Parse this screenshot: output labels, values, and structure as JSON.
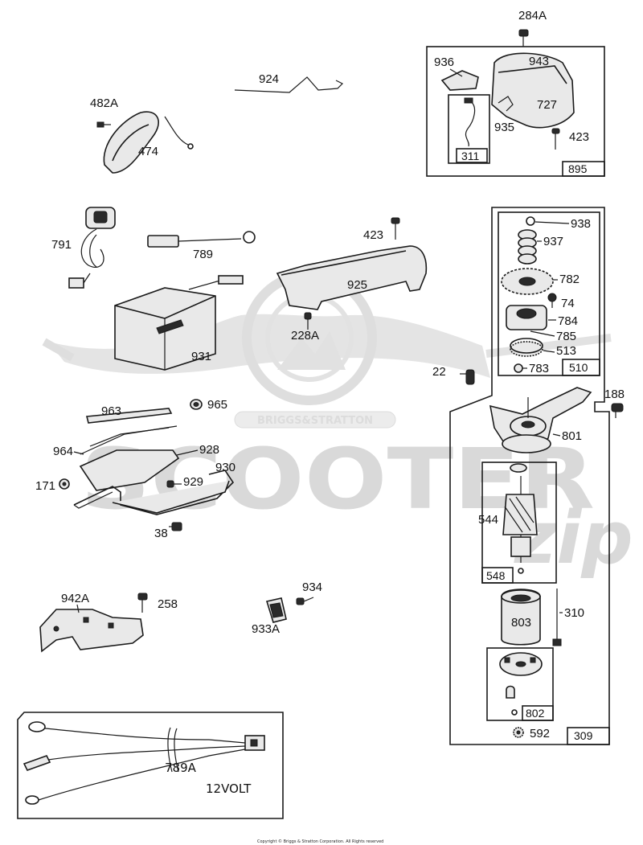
{
  "watermark": {
    "brand": "BRIGGS&STRATTON",
    "word": "SCOOTER",
    "suffix": "zip"
  },
  "copyright": "Copyright © Briggs & Stratton Corporation. All Rights reserved",
  "parts": {
    "p284A": "284A",
    "p936": "936",
    "p943": "943",
    "p727": "727",
    "p935": "935",
    "p423a": "423",
    "p311": "311",
    "p895": "895",
    "p924": "924",
    "p482A": "482A",
    "p474": "474",
    "p791": "791",
    "p789": "789",
    "p423b": "423",
    "p925": "925",
    "p228A": "228A",
    "p931": "931",
    "p938": "938",
    "p937": "937",
    "p782": "782",
    "p74": "74",
    "p784": "784",
    "p785": "785",
    "p513": "513",
    "p783": "783",
    "p510": "510",
    "p22": "22",
    "p188": "188",
    "p801": "801",
    "p963": "963",
    "p965": "965",
    "p964": "964",
    "p928": "928",
    "p930": "930",
    "p171": "171",
    "p929": "929",
    "p38": "38",
    "p544": "544",
    "p548": "548",
    "p942A": "942A",
    "p258": "258",
    "p934": "934",
    "p933A": "933A",
    "p310": "310",
    "p803": "803",
    "p802": "802",
    "p592": "592",
    "p309": "309",
    "p789A": "789A",
    "p12volt": "12VOLT"
  }
}
